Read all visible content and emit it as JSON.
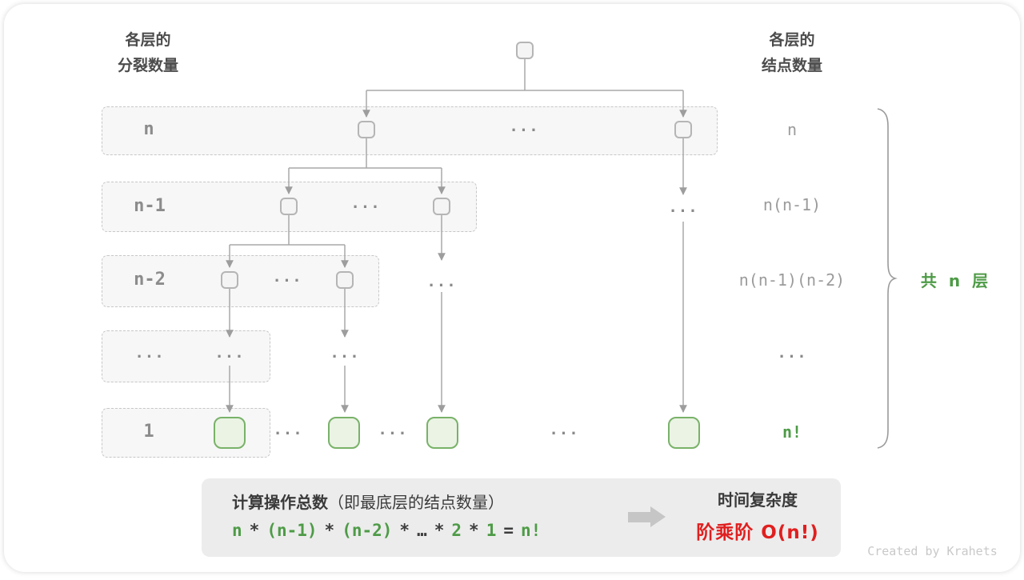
{
  "accent": {
    "green": "#4e9b47",
    "red": "#e01f1f",
    "node_green_border": "#79b269"
  },
  "headers": {
    "left": {
      "line1": "各层的",
      "line2": "分裂数量"
    },
    "right": {
      "line1": "各层的",
      "line2": "结点数量"
    }
  },
  "rows": [
    {
      "label": "n",
      "right_label": "n"
    },
    {
      "label": "n-1",
      "right_label": "n(n-1)"
    },
    {
      "label": "n-2",
      "right_label": "n(n-1)(n-2)"
    },
    {
      "label": "...",
      "right_label": "..."
    },
    {
      "label": "1",
      "right_label": "n!"
    }
  ],
  "dots": "...",
  "brace_label": "共 n 层",
  "bottom": {
    "title_bold": "计算操作总数",
    "title_rest": "（即最底层的结点数量）",
    "formula": {
      "tokens": [
        {
          "text": "n",
          "kind": "val"
        },
        {
          "text": "*",
          "kind": "op"
        },
        {
          "text": "(n-1)",
          "kind": "val"
        },
        {
          "text": "*",
          "kind": "op"
        },
        {
          "text": "(n-2)",
          "kind": "val"
        },
        {
          "text": "*",
          "kind": "op"
        },
        {
          "text": "…",
          "kind": "op"
        },
        {
          "text": "*",
          "kind": "op"
        },
        {
          "text": "2",
          "kind": "val"
        },
        {
          "text": "*",
          "kind": "op"
        },
        {
          "text": "1",
          "kind": "val"
        },
        {
          "text": "=",
          "kind": "op"
        },
        {
          "text": "n!",
          "kind": "val"
        }
      ]
    },
    "result_title": "时间复杂度",
    "result_value": "阶乘阶 O(n!)"
  },
  "watermark": "Created by Krahets"
}
